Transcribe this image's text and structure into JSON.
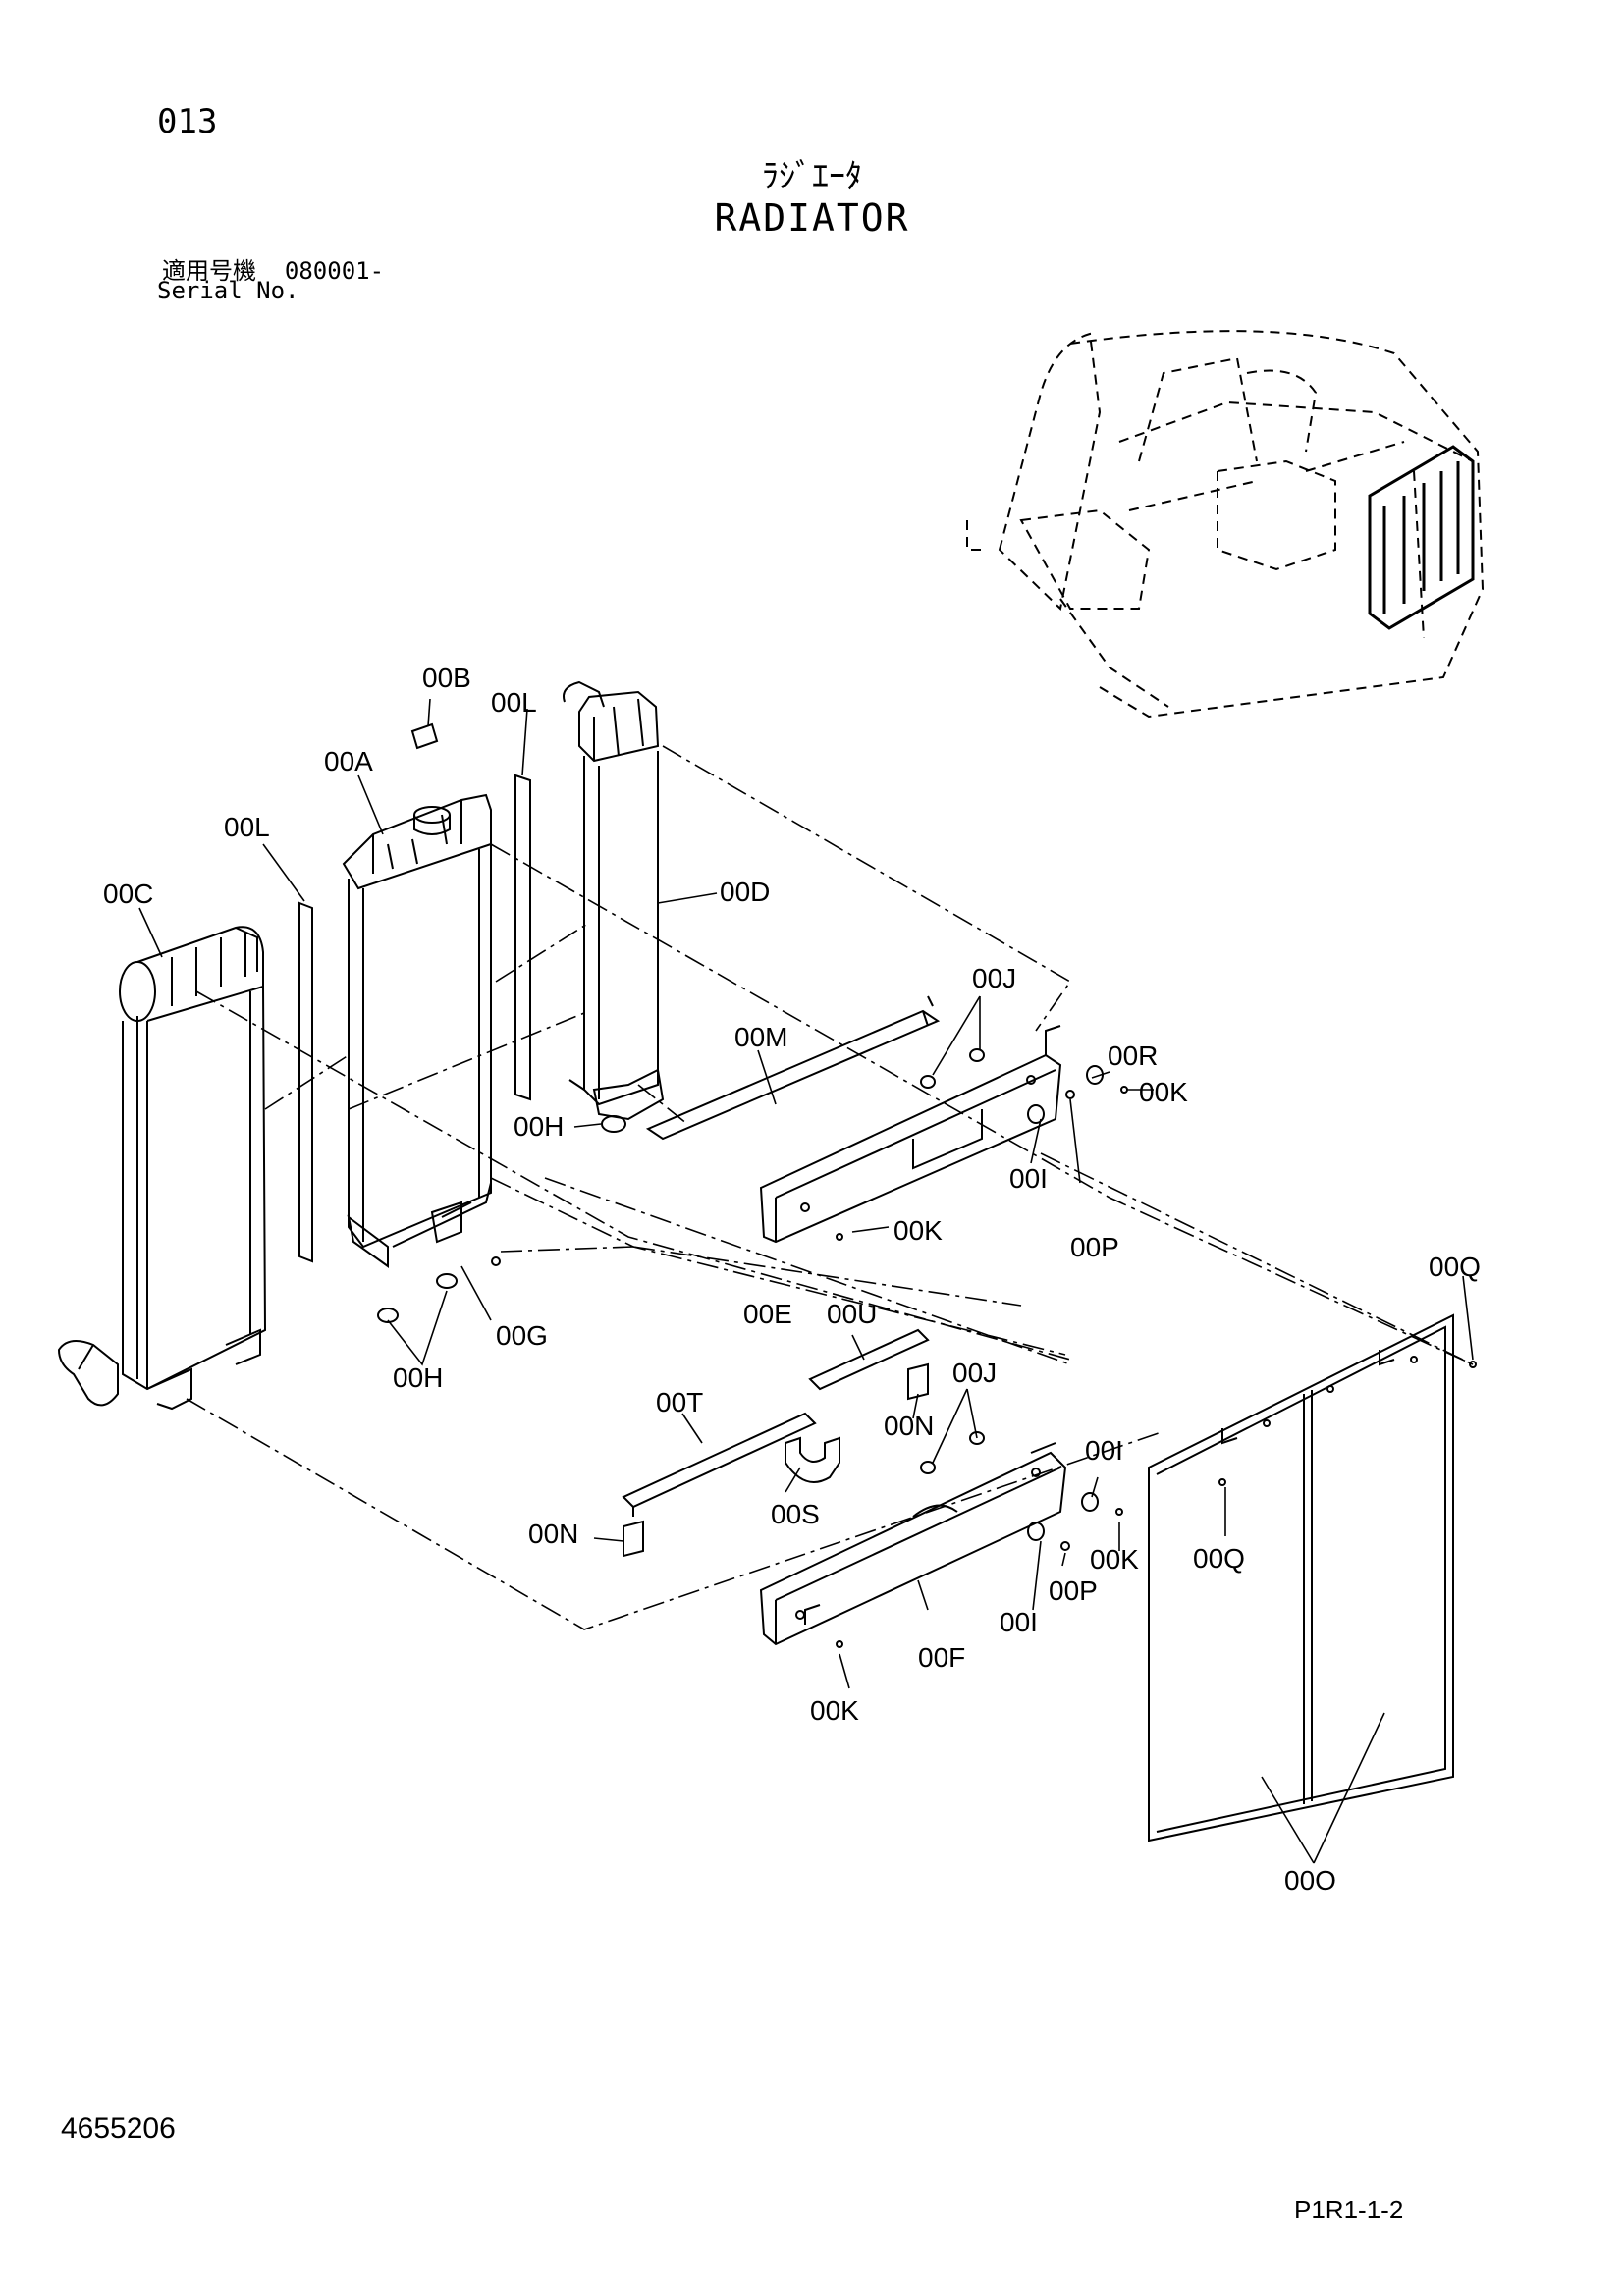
{
  "header": {
    "page_number": "013",
    "title_jp": "ﾗｼﾞｴｰﾀ",
    "title_en": "RADIATOR",
    "serial_label_jp": "適用号機",
    "serial_value": "080001-",
    "serial_label_en": "Serial No."
  },
  "callouts": {
    "a": "00A",
    "b": "00B",
    "c": "00C",
    "d": "00D",
    "e": "00E",
    "f": "00F",
    "g": "00G",
    "h1": "00H",
    "h2": "00H",
    "i1": "00I",
    "i2": "00I",
    "i3": "00I",
    "j1": "00J",
    "j2": "00J",
    "k1": "00K",
    "k2": "00K",
    "k3": "00K",
    "k4": "00K",
    "l1": "00L",
    "l2": "00L",
    "m": "00M",
    "n1": "00N",
    "n2": "00N",
    "o": "00O",
    "p1": "00P",
    "p2": "00P",
    "q1": "00Q",
    "q2": "00Q",
    "r": "00R",
    "s": "00S",
    "t": "00T",
    "u": "00U"
  },
  "footer": {
    "document_number": "4655206",
    "sheet_code": "P1R1-1-2"
  }
}
